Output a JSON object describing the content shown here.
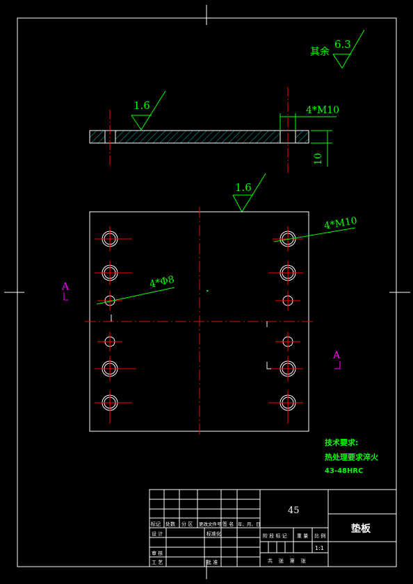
{
  "colors": {
    "background": "#000000",
    "frame": "#ffffff",
    "outline": "#ffffff",
    "centerline": "#ff0000",
    "dimension": "#00ff00",
    "section": "#ff00ff",
    "hatch": "#00bcbc"
  },
  "roughness": {
    "general_label": "其余",
    "general_value": "6.3",
    "side_value": "1.6",
    "top_value": "1.6"
  },
  "side_view": {
    "hole_callout": "4*M10",
    "thickness": "10"
  },
  "plan_view": {
    "tapped_callout": "4*M10",
    "pin_callout": "4*Φ8",
    "section_label_left": "A",
    "section_label_right": "A"
  },
  "notes": {
    "heading": "技术要求:",
    "line1": "热处理要求淬火",
    "line2": "43-48HRC"
  },
  "title_block": {
    "material": "45",
    "part_name": "垫板",
    "scale": "1:1",
    "col_mark": "标记",
    "col_count": "处数",
    "col_zone": "分 区",
    "col_change_no": "更改文件号",
    "col_sign": "签 名",
    "col_date": "年、月、日",
    "row_design": "设 计",
    "row_standard": "标准化",
    "row_review": "审 核",
    "row_process": "工 艺",
    "row_approve": "批 准",
    "stage_mark": "阶 段 标 记",
    "weight": "重 量",
    "scale_label": "比 例",
    "sheets": "共    张    第    张"
  }
}
